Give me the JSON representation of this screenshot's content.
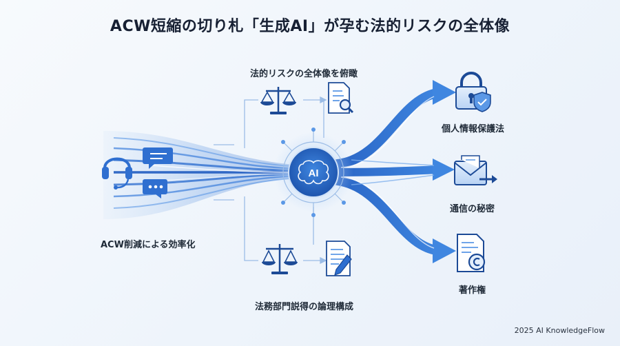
{
  "title": "ACW短縮の切り札「生成AI」が孕む法的リスクの全体像",
  "left_label": "ACW削減による効率化",
  "top_label": "法的リスクの全体像を俯瞰",
  "bottom_label": "法務部門説得の論理構成",
  "ai_label": "AI",
  "right_items": [
    {
      "label": "個人情報保護法",
      "icon": "lock-shield-icon"
    },
    {
      "label": "通信の秘密",
      "icon": "envelope-arrow-icon"
    },
    {
      "label": "著作権",
      "icon": "copyright-document-icon"
    }
  ],
  "left_icons": [
    "headset-icon",
    "chat-bubbles-icon"
  ],
  "top_icons": [
    "scales-icon",
    "document-search-icon"
  ],
  "bottom_icons": [
    "scales-icon",
    "document-pen-icon"
  ],
  "footer": "2025 AI KnowledgeFlow",
  "colors": {
    "primary": "#2f6fd0",
    "dark": "#1c4a96",
    "light": "#8fb8ef",
    "background": "#f1f6fc"
  }
}
